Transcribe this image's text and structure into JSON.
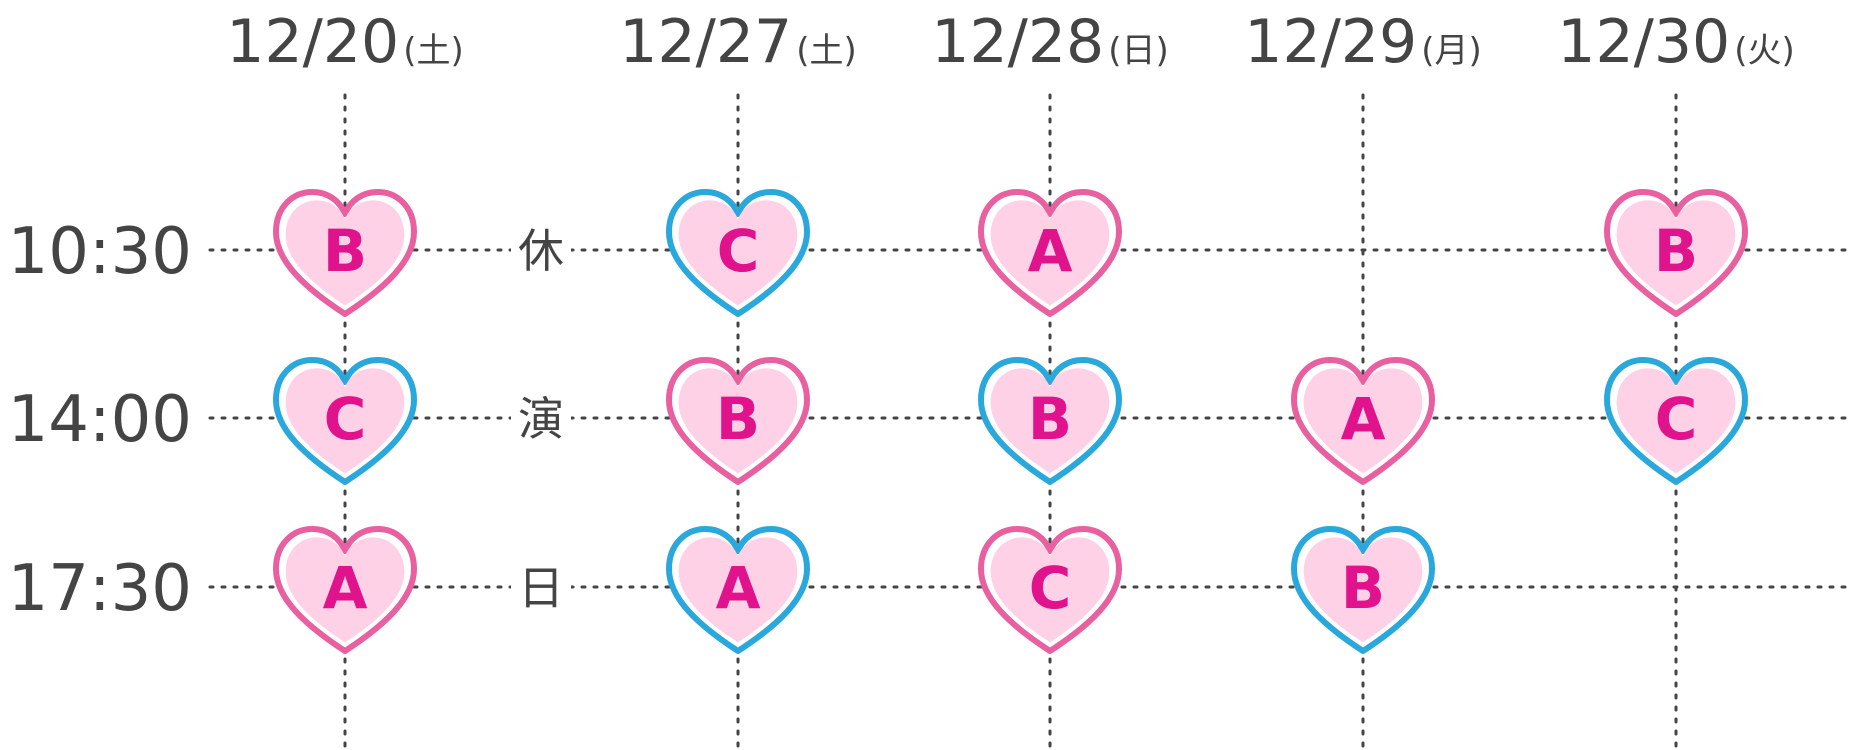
{
  "dates": [
    {
      "date": "12/20",
      "day": "(土)"
    },
    {
      "date": "12/27",
      "day": "(土)"
    },
    {
      "date": "12/28",
      "day": "(日)"
    },
    {
      "date": "12/29",
      "day": "(月)"
    },
    {
      "date": "12/30",
      "day": "(火)"
    }
  ],
  "times": [
    "10:30",
    "14:00",
    "17:30"
  ],
  "closed_label": [
    "休",
    "演",
    "日"
  ],
  "colors": {
    "pink_outline": "#e8609f",
    "blue_outline": "#2aa8dc",
    "heart_fill": "#ffd1e6",
    "letter": "#e0138c",
    "grid": "#444444",
    "text": "#444444"
  },
  "performances": [
    {
      "date_index": 0,
      "time_index": 0,
      "cast": "B",
      "outline": "pink"
    },
    {
      "date_index": 0,
      "time_index": 1,
      "cast": "C",
      "outline": "blue"
    },
    {
      "date_index": 0,
      "time_index": 2,
      "cast": "A",
      "outline": "pink"
    },
    {
      "date_index": 1,
      "time_index": 0,
      "cast": "C",
      "outline": "blue"
    },
    {
      "date_index": 1,
      "time_index": 1,
      "cast": "B",
      "outline": "pink"
    },
    {
      "date_index": 1,
      "time_index": 2,
      "cast": "A",
      "outline": "blue"
    },
    {
      "date_index": 2,
      "time_index": 0,
      "cast": "A",
      "outline": "pink"
    },
    {
      "date_index": 2,
      "time_index": 1,
      "cast": "B",
      "outline": "blue"
    },
    {
      "date_index": 2,
      "time_index": 2,
      "cast": "C",
      "outline": "pink"
    },
    {
      "date_index": 3,
      "time_index": 1,
      "cast": "A",
      "outline": "pink"
    },
    {
      "date_index": 3,
      "time_index": 2,
      "cast": "B",
      "outline": "blue"
    },
    {
      "date_index": 4,
      "time_index": 0,
      "cast": "B",
      "outline": "pink"
    },
    {
      "date_index": 4,
      "time_index": 1,
      "cast": "C",
      "outline": "blue"
    }
  ]
}
